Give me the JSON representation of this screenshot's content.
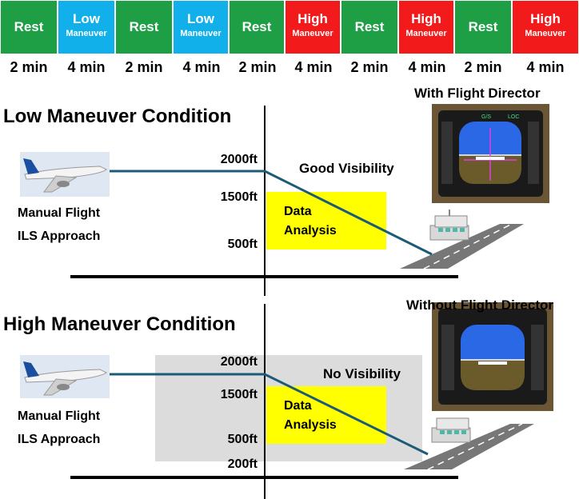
{
  "timeline": {
    "segments": [
      {
        "label": "Rest",
        "sub": "",
        "color": "#1e9e45"
      },
      {
        "label": "Low",
        "sub": "Maneuver",
        "color": "#12b0ea"
      },
      {
        "label": "Rest",
        "sub": "",
        "color": "#1e9e45"
      },
      {
        "label": "Low",
        "sub": "Maneuver",
        "color": "#12b0ea"
      },
      {
        "label": "Rest",
        "sub": "",
        "color": "#1e9e45"
      },
      {
        "label": "High",
        "sub": "Maneuver",
        "color": "#f21a1a"
      },
      {
        "label": "Rest",
        "sub": "",
        "color": "#1e9e45"
      },
      {
        "label": "High",
        "sub": "Maneuver",
        "color": "#f21a1a"
      },
      {
        "label": "Rest",
        "sub": "",
        "color": "#1e9e45"
      },
      {
        "label": "High",
        "sub": "Maneuver",
        "color": "#f21a1a"
      }
    ],
    "durations": [
      "2 min",
      "4 min",
      "2 min",
      "4 min",
      "2 min",
      "4 min",
      "2 min",
      "4 min",
      "2 min",
      "4 min"
    ]
  },
  "low": {
    "title": "Low Maneuver Condition",
    "display_caption": "With Flight Director",
    "visibility": "Good Visibility",
    "flight_label_1": "Manual Flight",
    "flight_label_2": "ILS Approach",
    "alt_2000": "2000ft",
    "alt_1500": "1500ft",
    "alt_500": "500ft",
    "analysis_1": "Data",
    "analysis_2": "Analysis"
  },
  "high": {
    "title": "High Maneuver Condition",
    "display_caption": "Without Flight Director",
    "visibility": "No Visibility",
    "flight_label_1": "Manual Flight",
    "flight_label_2": "ILS Approach",
    "alt_2000": "2000ft",
    "alt_1500": "1500ft",
    "alt_500": "500ft",
    "alt_200": "200ft",
    "analysis_1": "Data",
    "analysis_2": "Analysis"
  },
  "colors": {
    "path_line": "#1b5b78",
    "analysis_box": "#ffff00",
    "no_visibility_shade": "#dcdcdc"
  }
}
